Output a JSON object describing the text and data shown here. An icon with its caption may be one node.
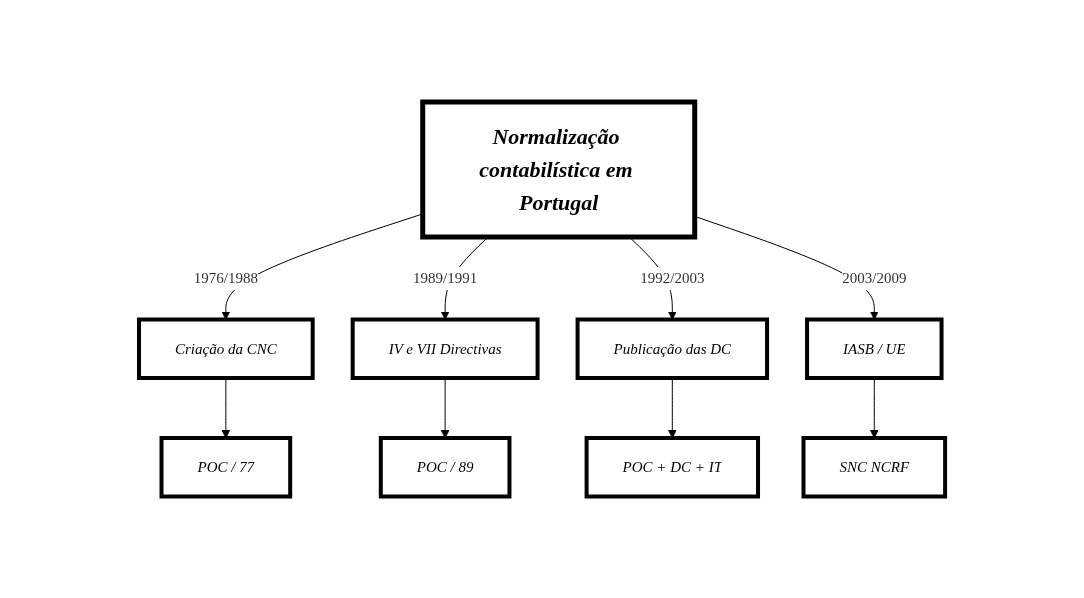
{
  "diagram": {
    "nodes": [
      {
        "text": [
          "Normalização contabilística em Portugal"
        ]
      },
      {
        "text": [
          "Criação da CNC"
        ]
      },
      {
        "text": [
          "IV e VII Directivas"
        ]
      },
      {
        "text": [
          "Publicação das DC"
        ]
      },
      {
        "text": [
          "IASB / UE"
        ]
      },
      {
        "text": [
          "POC / 77"
        ]
      },
      {
        "text": [
          "POC / 89"
        ]
      },
      {
        "text": [
          "POC + DC + IT"
        ]
      },
      {
        "text": [
          "SNC NCRF"
        ]
      }
    ],
    "edges": [
      {
        "from": 0,
        "to": 1,
        "arrow": "to",
        "label": "1976/1988"
      },
      {
        "from": 0,
        "to": 2,
        "arrow": "to",
        "label": "1989/1991"
      },
      {
        "from": 0,
        "to": 3,
        "arrow": "to",
        "label": "1992/2003"
      },
      {
        "from": 0,
        "to": 4,
        "arrow": "to",
        "label": "2003/2009"
      },
      {
        "from": 1,
        "to": 5,
        "arrow": "to"
      },
      {
        "from": 2,
        "to": 6,
        "arrow": "to"
      },
      {
        "from": 3,
        "to": 7,
        "arrow": "to"
      },
      {
        "from": 4,
        "to": 8,
        "arrow": "to"
      }
    ]
  }
}
